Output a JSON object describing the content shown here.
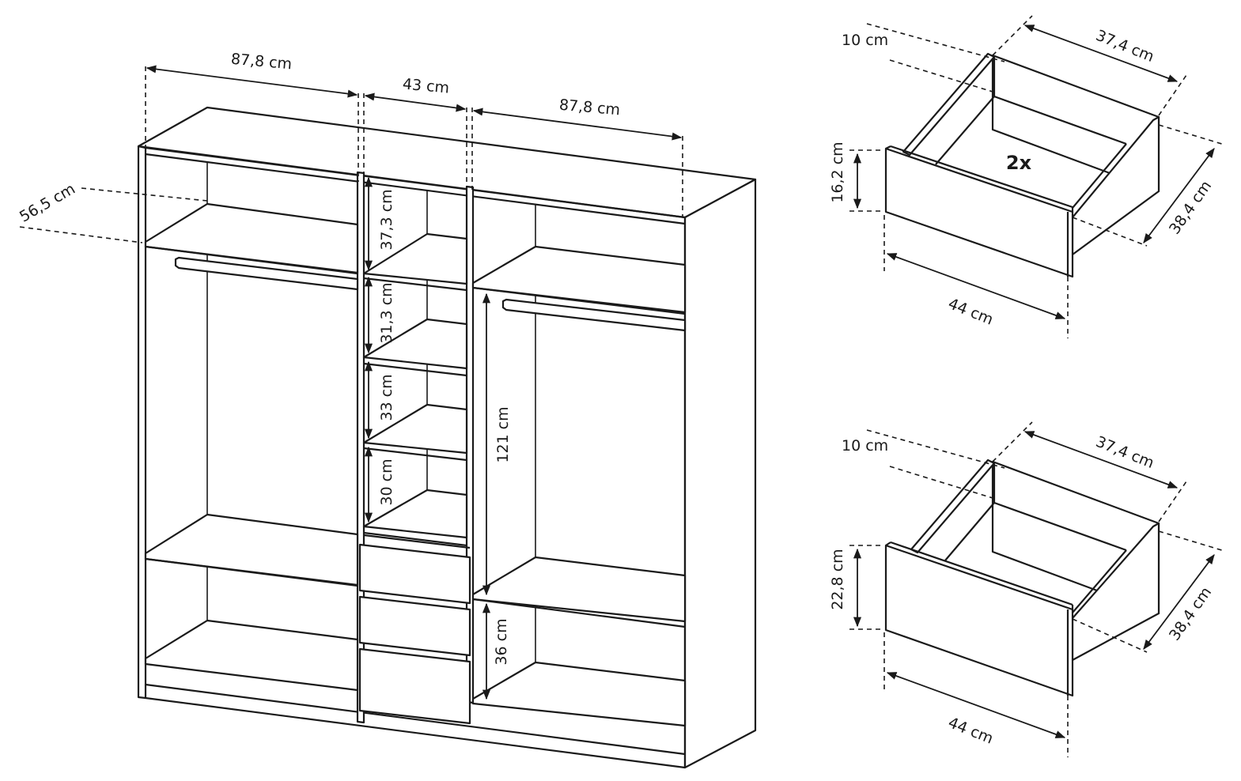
{
  "wardrobe": {
    "width_left": "87,8 cm",
    "width_middle": "43 cm",
    "width_right": "87,8 cm",
    "depth": "56,5 cm",
    "shelf_1": "37,3 cm",
    "shelf_2": "31,3 cm",
    "shelf_3": "33 cm",
    "shelf_4": "30 cm",
    "hanging_right": "121 cm",
    "bottom_right": "36 cm"
  },
  "drawer_small": {
    "front_depth": "10 cm",
    "inner_width": "37,4 cm",
    "height": "16,2 cm",
    "depth": "38,4 cm",
    "width": "44 cm",
    "quantity": "2x"
  },
  "drawer_large": {
    "front_depth": "10 cm",
    "inner_width": "37,4 cm",
    "height": "22,8 cm",
    "depth": "38,4 cm",
    "width": "44 cm"
  }
}
